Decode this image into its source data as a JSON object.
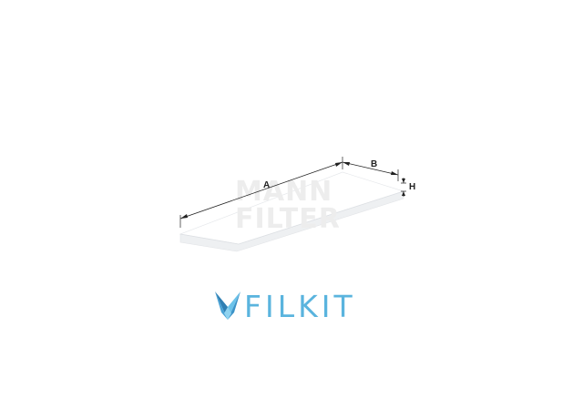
{
  "diagram": {
    "labels": {
      "length": "A",
      "width": "B",
      "height": "H"
    },
    "watermark": {
      "line1": "MANN",
      "line2": "FILTER"
    }
  },
  "brand": {
    "name": "FILKIT",
    "logo_icon": "fox-head-logo-icon",
    "color": "#5ab4de"
  },
  "colors": {
    "filter_top": "#ffffff",
    "filter_side": "#f1f2f4",
    "dimension_lines": "#222222"
  }
}
